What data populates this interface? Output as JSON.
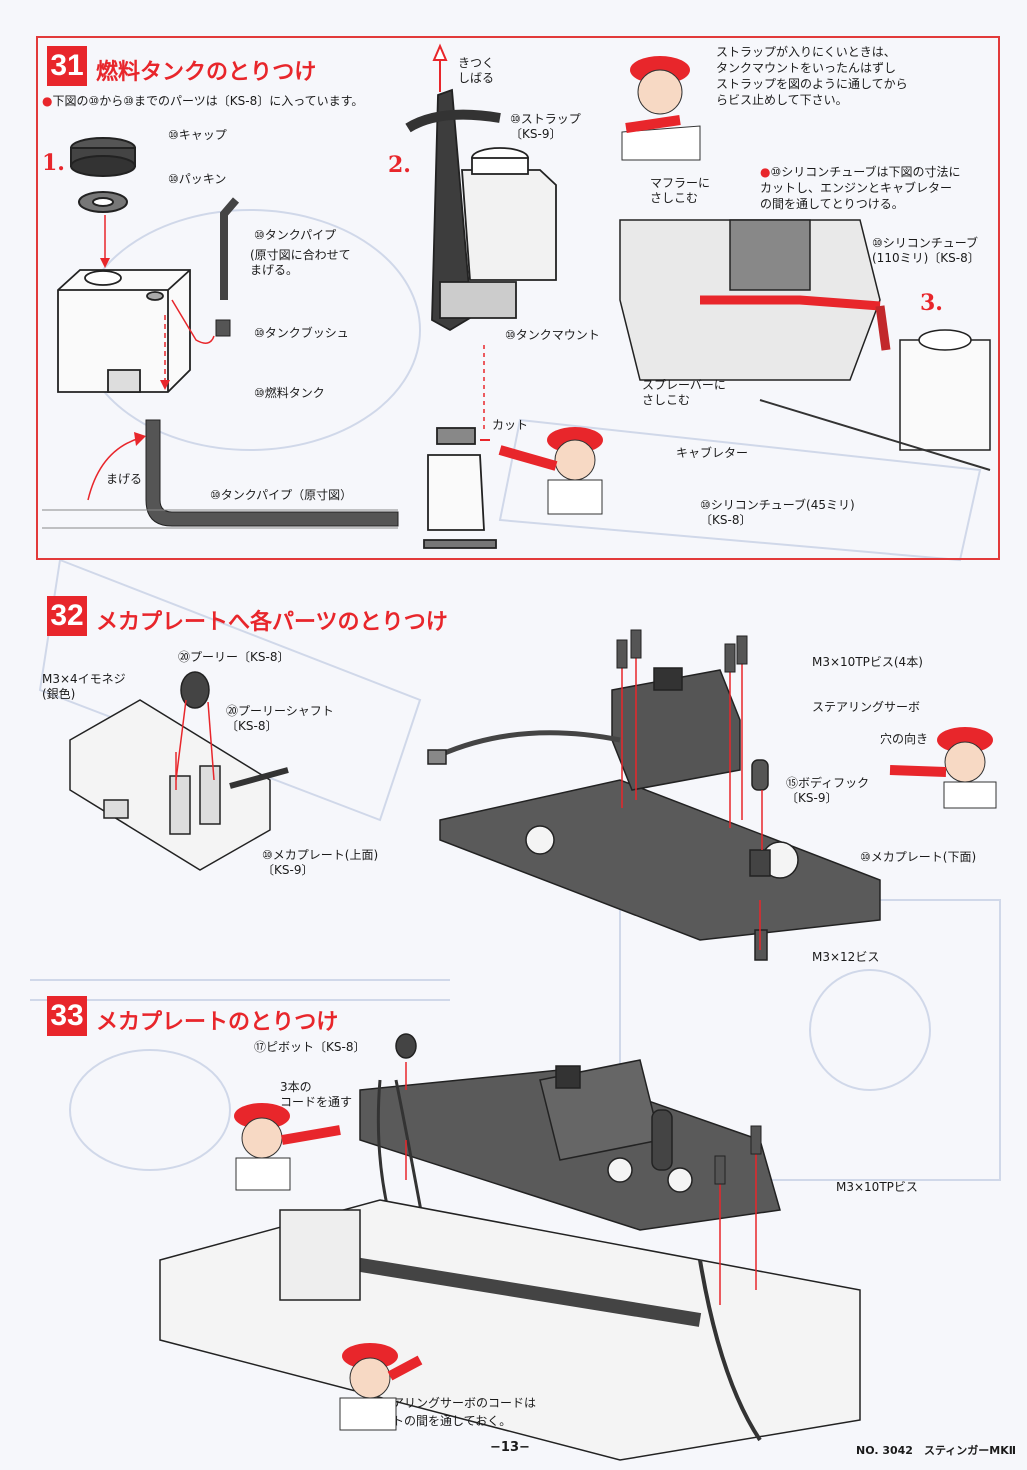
{
  "sec31": {
    "number": "31",
    "title": "燃料タンクのとりつけ",
    "note": "下図の⑩から⑩までのパーツは〔KS-8〕に入っています。",
    "step1": "1.",
    "step2": "2.",
    "step3": "3.",
    "cap": "⑩キャップ",
    "packing": "⑩パッキン",
    "tank_pipe": "⑩タンクパイプ",
    "tank_pipe_note": "(原寸図に合わせて\nまげる。",
    "tank_bush": "⑩タンクブッシュ",
    "fuel_tank": "⑩燃料タンク",
    "bend": "まげる",
    "tank_pipe_full": "⑩タンクパイプ（原寸図）",
    "tighten": "きつく\nしばる",
    "strap": "⑩ストラップ\n〔KS-9〕",
    "tank_mount": "⑩タンクマウント",
    "cut": "カット",
    "strap_tip": "ストラップが入りにくいときは、\nタンクマウントをいったんはずし\nストラップを図のように通してから\nらビス止めして下さい。",
    "silicone_note": "⑩シリコンチューブは下図の寸法に\nカットし、エンジンとキャブレター\nの間を通してとりつける。",
    "muffler": "マフラーに\nさしこむ",
    "silicone_110": "⑩シリコンチューブ\n(110ミリ)〔KS-8〕",
    "spraybar": "スプレーバーに\nさしこむ",
    "carb": "キャブレター",
    "silicone_45": "⑩シリコンチューブ(45ミリ)\n〔KS-8〕"
  },
  "sec32": {
    "number": "32",
    "title": "メカプレートへ各パーツのとりつけ",
    "pulley": "⑳プーリー〔KS-8〕",
    "setscrew": "M3×4イモネジ\n(銀色)",
    "pulley_shaft": "⑳プーリーシャフト\n〔KS-8〕",
    "mecha_upper": "⑩メカプレート(上面)\n〔KS-9〕",
    "tp_screw": "M3×10TPビス(4本)",
    "servo": "ステアリングサーボ",
    "hole_dir": "穴の向き",
    "body_hook": "⑮ボディフック\n〔KS-9〕",
    "mecha_lower": "⑩メカプレート(下面)",
    "screw12": "M3×12ビス"
  },
  "sec33": {
    "number": "33",
    "title": "メカプレートのとりつけ",
    "pivot": "⑰ピボット〔KS-8〕",
    "three_cords": "3本の\nコードを通す",
    "tp_screw": "M3×10TPビス",
    "cord_tip": "ステアリングサーボのコードは\nベルトの間を通しておく。"
  },
  "footer": {
    "page": "−13−",
    "model": "NO. 3042　スティンガーMKⅡ"
  },
  "colors": {
    "accent": "#e8262b",
    "ink": "#1a1a1a",
    "bleed": "#4a6bb0"
  }
}
